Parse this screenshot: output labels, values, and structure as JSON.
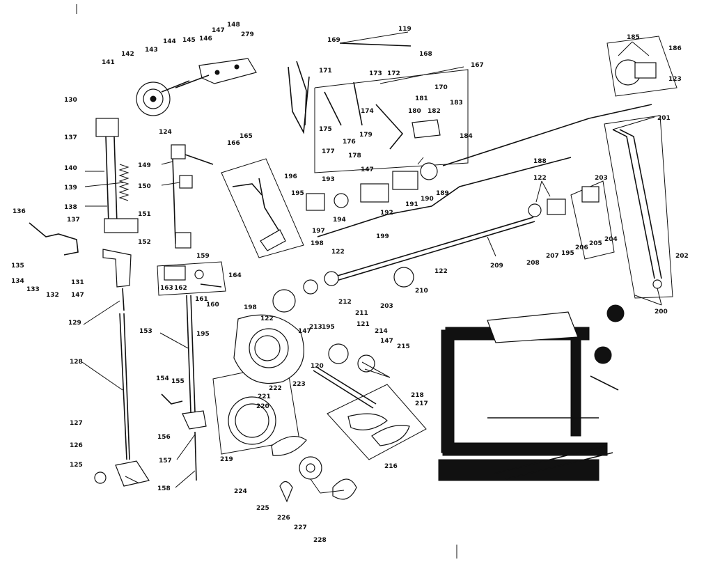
{
  "diagram": {
    "labels": [
      {
        "id": "l119",
        "text": "119"
      },
      {
        "id": "l169",
        "text": "169"
      },
      {
        "id": "l168",
        "text": "168"
      },
      {
        "id": "l167",
        "text": "167"
      },
      {
        "id": "l170",
        "text": "170"
      },
      {
        "id": "l171",
        "text": "171"
      },
      {
        "id": "l172",
        "text": "172"
      },
      {
        "id": "l173",
        "text": "173"
      },
      {
        "id": "l174",
        "text": "174"
      },
      {
        "id": "l175",
        "text": "175"
      },
      {
        "id": "l176",
        "text": "176"
      },
      {
        "id": "l177",
        "text": "177"
      },
      {
        "id": "l178",
        "text": "178"
      },
      {
        "id": "l179",
        "text": "179"
      },
      {
        "id": "l180",
        "text": "180"
      },
      {
        "id": "l181",
        "text": "181"
      },
      {
        "id": "l182",
        "text": "182"
      },
      {
        "id": "l183",
        "text": "183"
      },
      {
        "id": "l184",
        "text": "184"
      },
      {
        "id": "l185",
        "text": "185"
      },
      {
        "id": "l186",
        "text": "186"
      },
      {
        "id": "l123",
        "text": "123"
      },
      {
        "id": "l201",
        "text": "201"
      },
      {
        "id": "l188",
        "text": "188"
      },
      {
        "id": "l130",
        "text": "130"
      },
      {
        "id": "l141",
        "text": "141"
      },
      {
        "id": "l142",
        "text": "142"
      },
      {
        "id": "l143",
        "text": "143"
      },
      {
        "id": "l144",
        "text": "144"
      },
      {
        "id": "l145",
        "text": "145"
      },
      {
        "id": "l146",
        "text": "146"
      },
      {
        "id": "l147a",
        "text": "147"
      },
      {
        "id": "l148",
        "text": "148"
      },
      {
        "id": "l279",
        "text": "279"
      },
      {
        "id": "l124",
        "text": "124"
      },
      {
        "id": "l137",
        "text": "137"
      },
      {
        "id": "l140",
        "text": "140"
      },
      {
        "id": "l139",
        "text": "139"
      },
      {
        "id": "l138",
        "text": "138"
      },
      {
        "id": "l136",
        "text": "136"
      },
      {
        "id": "l137b",
        "text": "137"
      },
      {
        "id": "l135",
        "text": "135"
      },
      {
        "id": "l134",
        "text": "134"
      },
      {
        "id": "l133",
        "text": "133"
      },
      {
        "id": "l132",
        "text": "132"
      },
      {
        "id": "l131",
        "text": "131"
      },
      {
        "id": "l147b",
        "text": "147"
      },
      {
        "id": "l129",
        "text": "129"
      },
      {
        "id": "l128",
        "text": "128"
      },
      {
        "id": "l127",
        "text": "127"
      },
      {
        "id": "l126",
        "text": "126"
      },
      {
        "id": "l125",
        "text": "125"
      },
      {
        "id": "l149",
        "text": "149"
      },
      {
        "id": "l150",
        "text": "150"
      },
      {
        "id": "l151",
        "text": "151"
      },
      {
        "id": "l152",
        "text": "152"
      },
      {
        "id": "l159",
        "text": "159"
      },
      {
        "id": "l163",
        "text": "163"
      },
      {
        "id": "l162",
        "text": "162"
      },
      {
        "id": "l161",
        "text": "161"
      },
      {
        "id": "l160",
        "text": "160"
      },
      {
        "id": "l153",
        "text": "153"
      },
      {
        "id": "l154",
        "text": "154"
      },
      {
        "id": "l155",
        "text": "155"
      },
      {
        "id": "l156",
        "text": "156"
      },
      {
        "id": "l157",
        "text": "157"
      },
      {
        "id": "l158",
        "text": "158"
      },
      {
        "id": "l166",
        "text": "166"
      },
      {
        "id": "l165",
        "text": "165"
      },
      {
        "id": "l196",
        "text": "196"
      },
      {
        "id": "l193",
        "text": "193"
      },
      {
        "id": "l195a",
        "text": "195"
      },
      {
        "id": "l197",
        "text": "197"
      },
      {
        "id": "l198",
        "text": "198"
      },
      {
        "id": "l194",
        "text": "194"
      },
      {
        "id": "l147c",
        "text": "147"
      },
      {
        "id": "l192",
        "text": "192"
      },
      {
        "id": "l191",
        "text": "191"
      },
      {
        "id": "l190",
        "text": "190"
      },
      {
        "id": "l189",
        "text": "189"
      },
      {
        "id": "l199",
        "text": "199"
      },
      {
        "id": "l122a",
        "text": "122"
      },
      {
        "id": "l122b",
        "text": "122"
      },
      {
        "id": "l203a",
        "text": "203"
      },
      {
        "id": "l206",
        "text": "206"
      },
      {
        "id": "l205",
        "text": "205"
      },
      {
        "id": "l204",
        "text": "204"
      },
      {
        "id": "l208",
        "text": "208"
      },
      {
        "id": "l207",
        "text": "207"
      },
      {
        "id": "l195b",
        "text": "195"
      },
      {
        "id": "l209",
        "text": "209"
      },
      {
        "id": "l202",
        "text": "202"
      },
      {
        "id": "l200",
        "text": "200"
      },
      {
        "id": "l164",
        "text": "164"
      },
      {
        "id": "l198b",
        "text": "198"
      },
      {
        "id": "l122c",
        "text": "122"
      },
      {
        "id": "l147d",
        "text": "147"
      },
      {
        "id": "l213",
        "text": "213"
      },
      {
        "id": "l195c",
        "text": "195"
      },
      {
        "id": "l212",
        "text": "212"
      },
      {
        "id": "l211",
        "text": "211"
      },
      {
        "id": "l203b",
        "text": "203"
      },
      {
        "id": "l210",
        "text": "210"
      },
      {
        "id": "l122d",
        "text": "122"
      },
      {
        "id": "l195d",
        "text": "195"
      },
      {
        "id": "l121",
        "text": "121"
      },
      {
        "id": "l214",
        "text": "214"
      },
      {
        "id": "l147e",
        "text": "147"
      },
      {
        "id": "l215",
        "text": "215"
      },
      {
        "id": "l120",
        "text": "120"
      },
      {
        "id": "l222",
        "text": "222"
      },
      {
        "id": "l223",
        "text": "223"
      },
      {
        "id": "l221",
        "text": "221"
      },
      {
        "id": "l220",
        "text": "220"
      },
      {
        "id": "l219",
        "text": "219"
      },
      {
        "id": "l224",
        "text": "224"
      },
      {
        "id": "l218",
        "text": "218"
      },
      {
        "id": "l217",
        "text": "217"
      },
      {
        "id": "l216",
        "text": "216"
      },
      {
        "id": "l225",
        "text": "225"
      },
      {
        "id": "l226",
        "text": "226"
      },
      {
        "id": "l227",
        "text": "227"
      },
      {
        "id": "l228",
        "text": "228"
      }
    ]
  }
}
